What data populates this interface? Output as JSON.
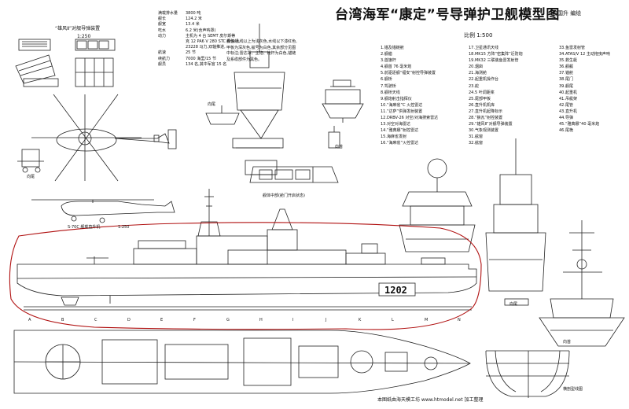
{
  "header": {
    "title": "台湾海军“康定”号导弹护卫舰模型图",
    "author": "曾国升  编绘",
    "scale": "比例 1:500"
  },
  "launcher_caption": {
    "title": "“雄风Ⅱ”对舰导弹装置",
    "scale": "1:250"
  },
  "specs": [
    {
      "k": "满载排水量",
      "v": "3800 吨"
    },
    {
      "k": "舰长",
      "v": "124.2 米"
    },
    {
      "k": "舰宽",
      "v": "13.4 米"
    },
    {
      "k": "吃水",
      "v": "6.2 米(含声呐罩)"
    },
    {
      "k": "动力",
      "v": "主机为 4 台 SEMT 皮尔斯蒂"
    },
    {
      "k": "",
      "v": "克 12 PA6 V 280 STC 柴油机,"
    },
    {
      "k": "",
      "v": "23228 马力,双轴推进,"
    },
    {
      "k": "航速",
      "v": "25 节"
    },
    {
      "k": "续航力",
      "v": "7000 海里/15 节"
    },
    {
      "k": "舰员",
      "v": "134 名,其中军官 15 名"
    }
  ],
  "color_note": "舰色:水线以上为浅灰色,水线以下漆红色,甲板为深灰色,舷号为白色,其余部分见图中标注;雷达罩、主炮、桅杆为白色,锚链及系缆部件为黑色。",
  "legend": {
    "col1": [
      "1.锚及锚链舱",
      "2.舰艏",
      "3.首旗杆",
      "4.舰首 76 毫米炮",
      "5.前驱逐舰“福安”射控导弹装置",
      "6.舰桥",
      "7.驾驶桥",
      "8.舰桥天线",
      "9.舰炮射击指挥仪",
      "10.“海麻雀”C 火控雷达",
      "11.“达萨”供弹发射装置",
      "12.DRBV-26 对空/对海搜索雷达",
      "13.对空对海雷达",
      "14.“雅典娜”射控雷达",
      "15.海麻雀发射",
      "16.“海麻雀”火控雷达"
    ],
    "col2": [
      "17.卫星通讯天线",
      "18.MK15 方阵“密集阵”近防炮",
      "19.MK32 三联装鱼雷发射管",
      "20.烟囱",
      "21.海测舱",
      "22.起重机操作台",
      "23.舵",
      "24.5 叶调距桨",
      "25.尾部甲板",
      "26.直升机机库",
      "27.直升机起降标示",
      "28.“狼瓦”射控装置",
      "29.“雄风Ⅱ”对舰导弹装置",
      "30.气象观测装置",
      "31.舷窗",
      "32.舷窗"
    ],
    "col3": [
      "33.鱼雷发射管",
      "34.ATAS/V 12 主动拖曳声呐",
      "35.救生艇",
      "36.舰艉",
      "37.锚舱",
      "38.尾门",
      "39.舰尾",
      "40.起重机",
      "41.吊艇架",
      "42.尾管",
      "43.直升机",
      "44.导弹",
      "45.“雅典娜”40 毫米炮",
      "46.尾桅"
    ]
  },
  "views": {
    "front_view_label": "向尾",
    "rear_view_label": "向首",
    "stern_view_label": "向尾",
    "helo_side_label": "S-70C 舰载直升机",
    "helo_side_scale": "1:250",
    "hangar_caption": "舰体中部(舱门开启状态)",
    "hull_caption": "横剖型线图",
    "launcher_side_label": "向尾"
  },
  "hull_number": "1202",
  "station_letters": [
    "A",
    "B",
    "C",
    "D",
    "E",
    "F",
    "G",
    "H",
    "I",
    "J",
    "K",
    "L",
    "M",
    "N"
  ],
  "footer_credit": "本图纸由海天模工坊 www.htmodel.net 加工整理"
}
